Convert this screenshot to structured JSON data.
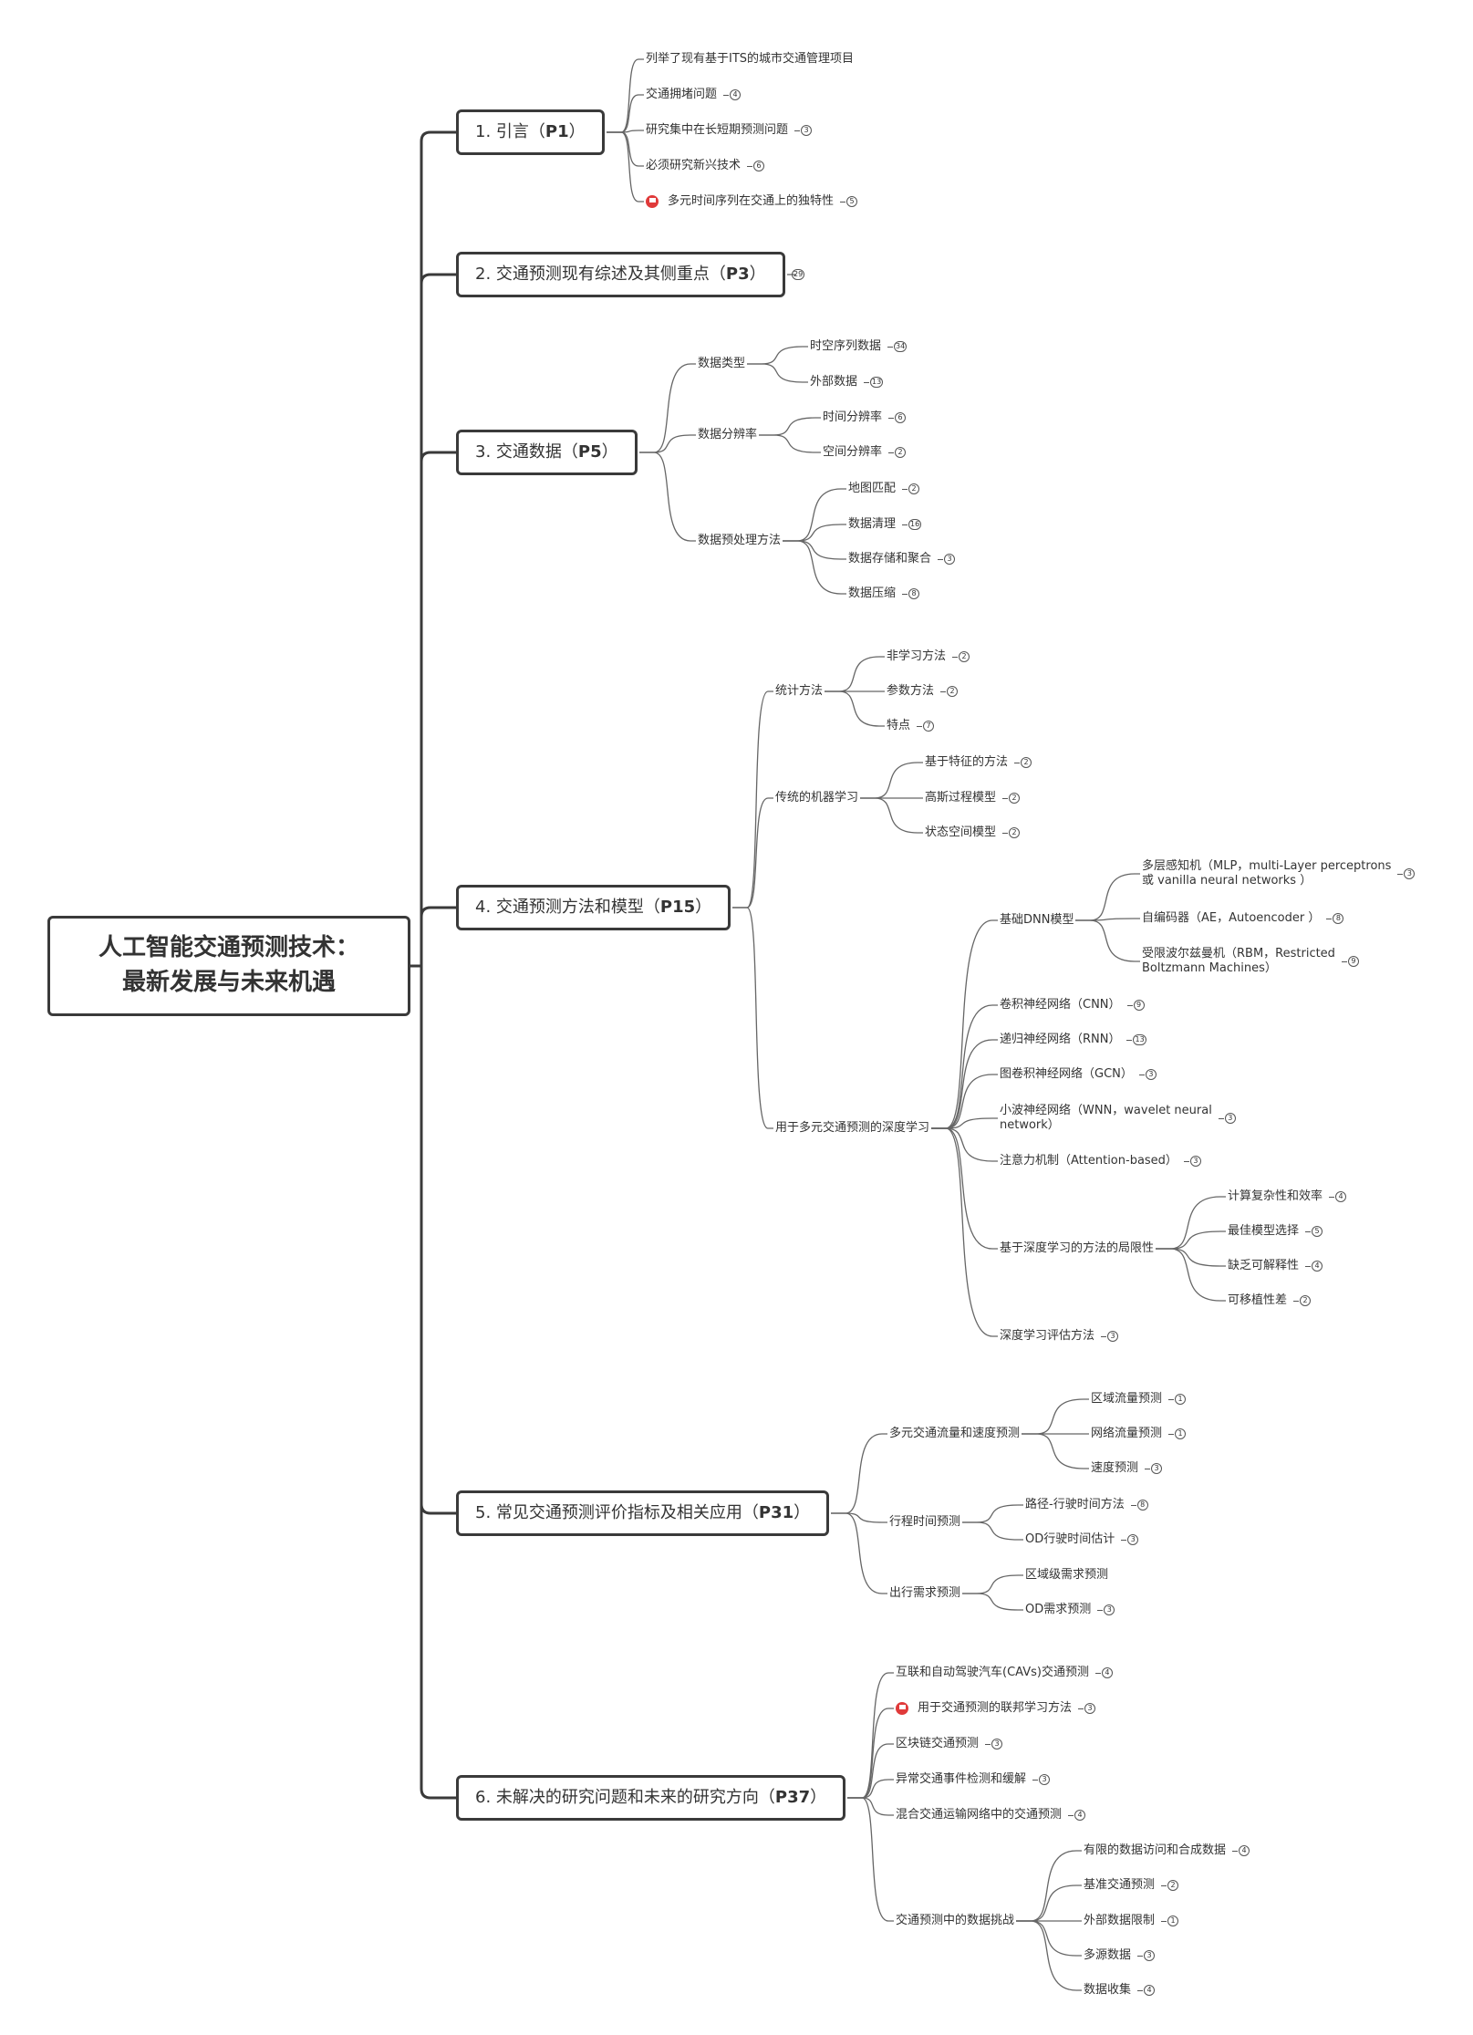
{
  "root": {
    "title": "人工智能交通预测技术：\n最新发展与未来机遇"
  },
  "badges": [
    "4",
    "3",
    "6",
    "5",
    "29",
    "34",
    "13",
    "6",
    "2",
    "2",
    "16",
    "3",
    "8",
    "2",
    "2",
    "7",
    "2",
    "2",
    "2",
    "3",
    "8",
    "9",
    "9",
    "13",
    "3",
    "3",
    "3",
    "4",
    "5",
    "4",
    "2",
    "3",
    "1",
    "1",
    "3",
    "8",
    "3",
    "3",
    "4",
    "3",
    "3",
    "3",
    "4",
    "4",
    "2",
    "1",
    "3",
    "4"
  ],
  "sections": {
    "s1": {
      "prefix": "1. 引言（",
      "bold": "P1",
      "suffix": "）"
    },
    "s2": {
      "prefix": "2. 交通预测现有综述及其侧重点（",
      "bold": "P3",
      "suffix": "）"
    },
    "s3": {
      "prefix": "3. 交通数据（",
      "bold": "P5",
      "suffix": "）"
    },
    "s4": {
      "prefix": "4. 交通预测方法和模型（",
      "bold": "P15",
      "suffix": "）"
    },
    "s5": {
      "prefix": "5. 常见交通预测评价指标及相关应用（",
      "bold": "P31",
      "suffix": "）"
    },
    "s6": {
      "prefix": "6. 未解决的研究问题和未来的研究方向（",
      "bold": "P37",
      "suffix": "）"
    }
  },
  "topics": {
    "s1_a": "列举了现有基于ITS的城市交通管理项目",
    "s1_b": "交通拥堵问题",
    "s1_c": "研究集中在长短期预测问题",
    "s1_d": "必须研究新兴技术",
    "s1_e": "多元时间序列在交通上的独特性",
    "s3_type": "数据类型",
    "s3_type_a": "时空序列数据",
    "s3_type_b": "外部数据",
    "s3_res": "数据分辨率",
    "s3_res_a": "时间分辨率",
    "s3_res_b": "空间分辨率",
    "s3_pre": "数据预处理方法",
    "s3_pre_a": "地图匹配",
    "s3_pre_b": "数据清理",
    "s3_pre_c": "数据存储和聚合",
    "s3_pre_d": "数据压缩",
    "s4_stat": "统计方法",
    "s4_stat_a": "非学习方法",
    "s4_stat_b": "参数方法",
    "s4_stat_c": "特点",
    "s4_ml": "传统的机器学习",
    "s4_ml_a": "基于特征的方法",
    "s4_ml_b": "高斯过程模型",
    "s4_ml_c": "状态空间模型",
    "s4_dl": "用于多元交通预测的深度学习",
    "s4_dnn": "基础DNN模型",
    "s4_dnn_a": "多层感知机（MLP，multi-Layer perceptrons\n或 vanilla neural networks ）",
    "s4_dnn_b": "自编码器（AE，Autoencoder ）",
    "s4_dnn_c": "受限波尔兹曼机（RBM，Restricted\nBoltzmann Machines）",
    "s4_cnn": "卷积神经网络（CNN）",
    "s4_rnn": "递归神经网络（RNN）",
    "s4_gcn": "图卷积神经网络（GCN）",
    "s4_wnn": "小波神经网络（WNN，wavelet neural\nnetwork）",
    "s4_att": "注意力机制（Attention-based）",
    "s4_lim": "基于深度学习的方法的局限性",
    "s4_lim_a": "计算复杂性和效率",
    "s4_lim_b": "最佳模型选择",
    "s4_lim_c": "缺乏可解释性",
    "s4_lim_d": "可移植性差",
    "s4_eval": "深度学习评估方法",
    "s5_flow": "多元交通流量和速度预测",
    "s5_flow_a": "区域流量预测",
    "s5_flow_b": "网络流量预测",
    "s5_flow_c": "速度预测",
    "s5_tt": "行程时间预测",
    "s5_tt_a": "路径-行驶时间方法",
    "s5_tt_b": "OD行驶时间估计",
    "s5_dem": "出行需求预测",
    "s5_dem_a": "区域级需求预测",
    "s5_dem_b": "OD需求预测",
    "s6_a": "互联和自动驾驶汽车(CAVs)交通预测",
    "s6_b": "用于交通预测的联邦学习方法",
    "s6_c": "区块链交通预测",
    "s6_d": "异常交通事件检测和缓解",
    "s6_e": "混合交通运输网络中的交通预测",
    "s6_f": "交通预测中的数据挑战",
    "s6_f_a": "有限的数据访问和合成数据",
    "s6_f_b": "基准交通预测",
    "s6_f_c": "外部数据限制",
    "s6_f_d": "多源数据",
    "s6_f_e": "数据收集"
  }
}
